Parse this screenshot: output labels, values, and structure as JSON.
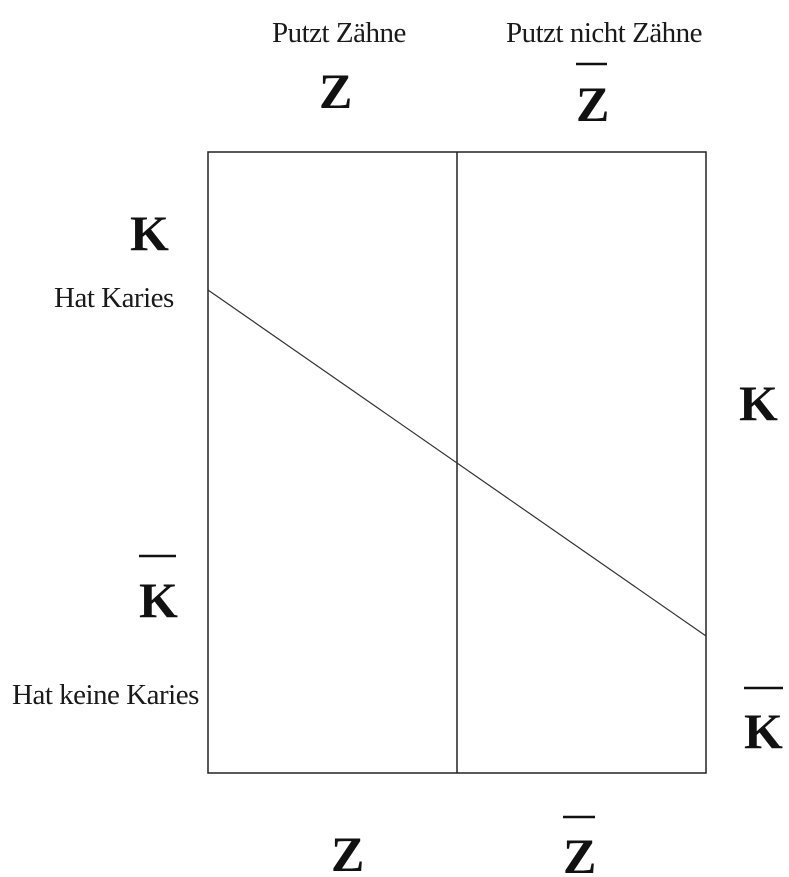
{
  "columns": {
    "left": {
      "caption": "Putzt Zähne",
      "symbol": "Z"
    },
    "right": {
      "caption": "Putzt nicht Zähne",
      "symbol": "Z"
    }
  },
  "rows": {
    "top": {
      "caption": "Hat Karies",
      "symbol": "K"
    },
    "bottom": {
      "caption": "Hat keine Karies",
      "symbol": "K"
    }
  },
  "right_side": {
    "top_symbol": "K",
    "bottom_symbol": "K"
  },
  "bottom_side": {
    "left_symbol": "Z",
    "right_symbol": "Z"
  }
}
